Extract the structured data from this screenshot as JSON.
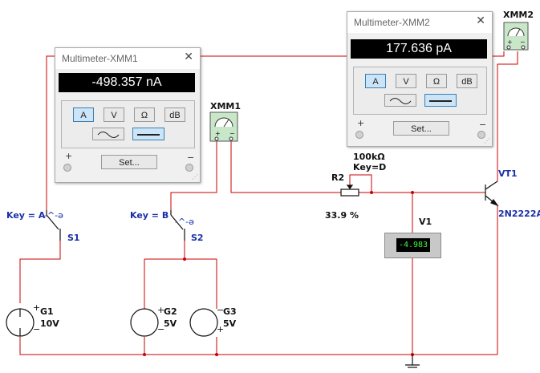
{
  "xmm1_window": {
    "title": "Multimeter-XMM1",
    "close_glyph": "✕",
    "reading": "-498.357 nA",
    "buttons": [
      "A",
      "V",
      "Ω",
      "dB"
    ],
    "active_button": "A",
    "set_label": "Set...",
    "plus": "+",
    "minus": "−"
  },
  "xmm2_window": {
    "title": "Multimeter-XMM2",
    "close_glyph": "✕",
    "reading": "177.636 pA",
    "buttons": [
      "A",
      "V",
      "Ω",
      "dB"
    ],
    "active_button": "A",
    "set_label": "Set...",
    "plus": "+",
    "minus": "−"
  },
  "schematic": {
    "xmm1_label": "XMM1",
    "xmm2_label": "XMM2",
    "r2_label": "R2",
    "r2_value": "100kΩ",
    "r2_key": "Key=D",
    "r2_percent": "33.9 %",
    "vt1_label": "VT1",
    "vt1_model": "2N2222A",
    "v1_label": "V1",
    "v1_reading": "-4.983",
    "s1_key": "Key = A",
    "s1_label": "S1",
    "s2_key": "Key = B",
    "s2_label": "S2",
    "g1_label": "G1",
    "g1_value": "10V",
    "g2_label": "G2",
    "g2_value": "5V",
    "g3_label": "G3",
    "g3_value": "5V"
  },
  "colors": {
    "wire": "#cc0000",
    "component": "#1a2fa8",
    "meter_green": "#c8e6c8",
    "display_bg": "#000000"
  }
}
